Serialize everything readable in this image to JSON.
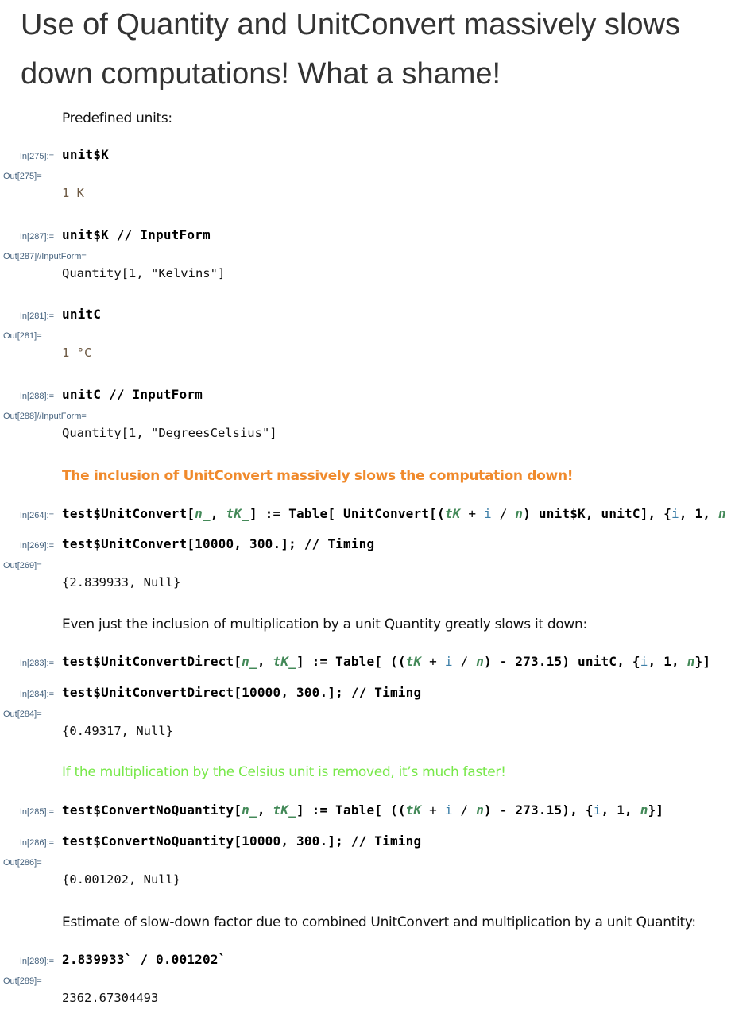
{
  "title": "Use of Quantity and UnitConvert massively slows down computations! What a shame!",
  "colors": {
    "orange": "#f08a2c",
    "green": "#78e84a",
    "label": "#45627e",
    "pattern": "#438958",
    "iterator": "#3d7fa8"
  },
  "cells": [
    {
      "type": "text",
      "text": "Predefined units:"
    },
    {
      "type": "in",
      "label": "In[275]:=",
      "tokens": [
        {
          "t": "unit$K"
        }
      ]
    },
    {
      "type": "out",
      "label": "Out[275]=",
      "value": "1 K",
      "style": "qty"
    },
    {
      "type": "in",
      "label": "In[287]:=",
      "tokens": [
        {
          "t": "unit$K // InputForm"
        }
      ]
    },
    {
      "type": "out",
      "label": "Out[287]//InputForm=",
      "value": "Quantity[1, \"Kelvins\"]"
    },
    {
      "type": "in",
      "label": "In[281]:=",
      "tokens": [
        {
          "t": "unitC"
        }
      ]
    },
    {
      "type": "out",
      "label": "Out[281]=",
      "value": "1 °C",
      "style": "qty"
    },
    {
      "type": "in",
      "label": "In[288]:=",
      "tokens": [
        {
          "t": "unitC // InputForm"
        }
      ]
    },
    {
      "type": "out",
      "label": "Out[288]//InputForm=",
      "value": "Quantity[1, \"DegreesCelsius\"]"
    },
    {
      "type": "text",
      "style": "orange",
      "text": "The inclusion of UnitConvert massively slows the computation down!"
    },
    {
      "type": "in",
      "label": "In[264]:=",
      "tokens": [
        {
          "t": "test$UnitConvert["
        },
        {
          "t": "n_",
          "c": "pat"
        },
        {
          "t": ", "
        },
        {
          "t": "tK_",
          "c": "pat"
        },
        {
          "t": "] := Table[ UnitConvert[("
        },
        {
          "t": "tK",
          "c": "pat"
        },
        {
          "t": " + ",
          "c": "op"
        },
        {
          "t": "i",
          "c": "iter"
        },
        {
          "t": " / ",
          "c": "op"
        },
        {
          "t": "n",
          "c": "pat"
        },
        {
          "t": ") unit$K, unitC], {"
        },
        {
          "t": "i",
          "c": "iter"
        },
        {
          "t": ", 1, "
        },
        {
          "t": "n",
          "c": "pat"
        }
      ]
    },
    {
      "type": "in",
      "label": "In[269]:=",
      "tokens": [
        {
          "t": "test$UnitConvert[10000, 300.]; // Timing"
        }
      ]
    },
    {
      "type": "out",
      "label": "Out[269]=",
      "value": "{2.839933, Null}"
    },
    {
      "type": "text",
      "text": "Even just the inclusion of multiplication by a unit Quantity greatly slows it down:"
    },
    {
      "type": "in",
      "label": "In[283]:=",
      "tokens": [
        {
          "t": "test$UnitConvertDirect["
        },
        {
          "t": "n_",
          "c": "pat"
        },
        {
          "t": ", "
        },
        {
          "t": "tK_",
          "c": "pat"
        },
        {
          "t": "] := Table[ (("
        },
        {
          "t": "tK",
          "c": "pat"
        },
        {
          "t": " + ",
          "c": "op"
        },
        {
          "t": "i",
          "c": "iter"
        },
        {
          "t": " / ",
          "c": "op"
        },
        {
          "t": "n",
          "c": "pat"
        },
        {
          "t": ") - 273.15) unitC, {"
        },
        {
          "t": "i",
          "c": "iter"
        },
        {
          "t": ", 1, "
        },
        {
          "t": "n",
          "c": "pat"
        },
        {
          "t": "}]"
        }
      ]
    },
    {
      "type": "in",
      "label": "In[284]:=",
      "tokens": [
        {
          "t": "test$UnitConvertDirect[10000, 300.]; // Timing"
        }
      ]
    },
    {
      "type": "out",
      "label": "Out[284]=",
      "value": "{0.49317, Null}"
    },
    {
      "type": "text",
      "style": "green",
      "text": "If the  multiplication by the Celsius unit is removed, it’s much faster!"
    },
    {
      "type": "in",
      "label": "In[285]:=",
      "tokens": [
        {
          "t": "test$ConvertNoQuantity["
        },
        {
          "t": "n_",
          "c": "pat"
        },
        {
          "t": ", "
        },
        {
          "t": "tK_",
          "c": "pat"
        },
        {
          "t": "] := Table[ (("
        },
        {
          "t": "tK",
          "c": "pat"
        },
        {
          "t": " + ",
          "c": "op"
        },
        {
          "t": "i",
          "c": "iter"
        },
        {
          "t": " / ",
          "c": "op"
        },
        {
          "t": "n",
          "c": "pat"
        },
        {
          "t": ") - 273.15), {"
        },
        {
          "t": "i",
          "c": "iter"
        },
        {
          "t": ", 1, "
        },
        {
          "t": "n",
          "c": "pat"
        },
        {
          "t": "}]"
        }
      ]
    },
    {
      "type": "in",
      "label": "In[286]:=",
      "tokens": [
        {
          "t": "test$ConvertNoQuantity[10000, 300.]; // Timing"
        }
      ]
    },
    {
      "type": "out",
      "label": "Out[286]=",
      "value": "{0.001202, Null}"
    },
    {
      "type": "text",
      "text": "Estimate of slow-down factor due to combined UnitConvert and multiplication by a unit Quantity:"
    },
    {
      "type": "in",
      "label": "In[289]:=",
      "tokens": [
        {
          "t": "2.839933` / 0.001202`"
        }
      ]
    },
    {
      "type": "out",
      "label": "Out[289]=",
      "value": "2362.67304493"
    }
  ]
}
